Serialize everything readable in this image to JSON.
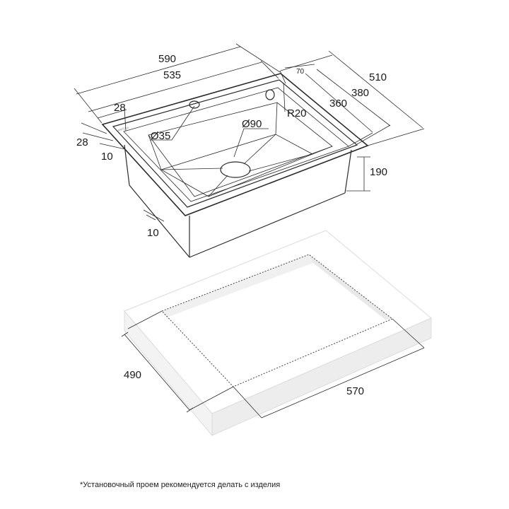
{
  "dimensions": {
    "sink_outer_width": "590",
    "sink_inner_width": "535",
    "sink_outer_depth": "510",
    "sink_mid_depth": "380",
    "sink_inner_depth": "360",
    "rim_top": "28",
    "rim_side": "28",
    "rim_step_top": "10",
    "rim_step_bottom": "10",
    "bowl_depth": "190",
    "tap_hole_diameter": "Ø35",
    "drain_diameter": "Ø90",
    "corner_radius": "R20",
    "small_offset": "70",
    "cutout_depth": "490",
    "cutout_width": "570"
  },
  "footnote": "*Установочный проем рекомендуется делать с изделия"
}
